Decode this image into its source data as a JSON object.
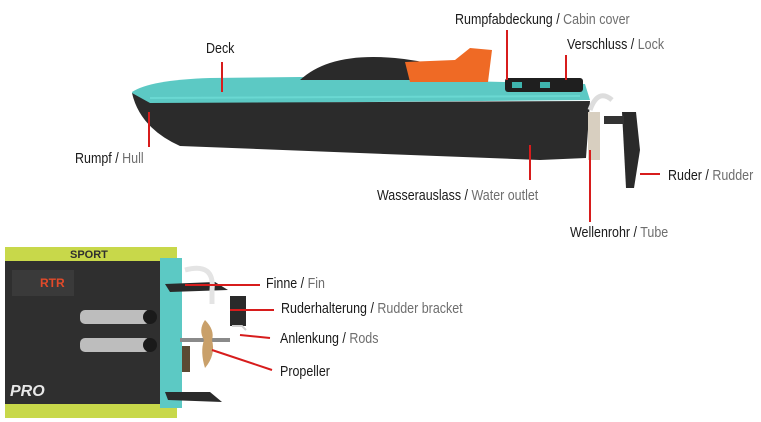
{
  "colors": {
    "leader": "#d71c1c",
    "hull_teal": "#5cc9c4",
    "hull_dark": "#2b2b2b",
    "accent_orange": "#ef6a25",
    "accent_green": "#c8d84a",
    "english_text": "#6e6e6e"
  },
  "top_view": {
    "labels": {
      "cabin_cover": {
        "de": "Rumpfabdeckung",
        "sep": " / ",
        "en": "Cabin cover"
      },
      "deck": {
        "de": "Deck",
        "sep": "",
        "en": ""
      },
      "lock": {
        "de": "Verschluss",
        "sep": " / ",
        "en": "Lock"
      },
      "hull": {
        "de": "Rumpf",
        "sep": " / ",
        "en": "Hull"
      },
      "rudder": {
        "de": "Ruder",
        "sep": " / ",
        "en": "Rudder"
      },
      "water_outlet": {
        "de": "Wasserauslass",
        "sep": " / ",
        "en": "Water outlet"
      },
      "tube": {
        "de": "Wellenrohr",
        "sep": " / ",
        "en": "Tube"
      }
    }
  },
  "bottom_view": {
    "labels": {
      "fin": {
        "de": "Finne",
        "sep": " / ",
        "en": "Fin"
      },
      "rudder_bracket": {
        "de": "Ruderhalterung",
        "sep": " / ",
        "en": "Rudder bracket"
      },
      "rods": {
        "de": "Anlenkung",
        "sep": " / ",
        "en": "Rods"
      },
      "propeller": {
        "de": "Propeller",
        "sep": "",
        "en": ""
      }
    },
    "decals": {
      "rtr": "RTR",
      "pro": "PRO",
      "sport": "SPORT"
    }
  }
}
